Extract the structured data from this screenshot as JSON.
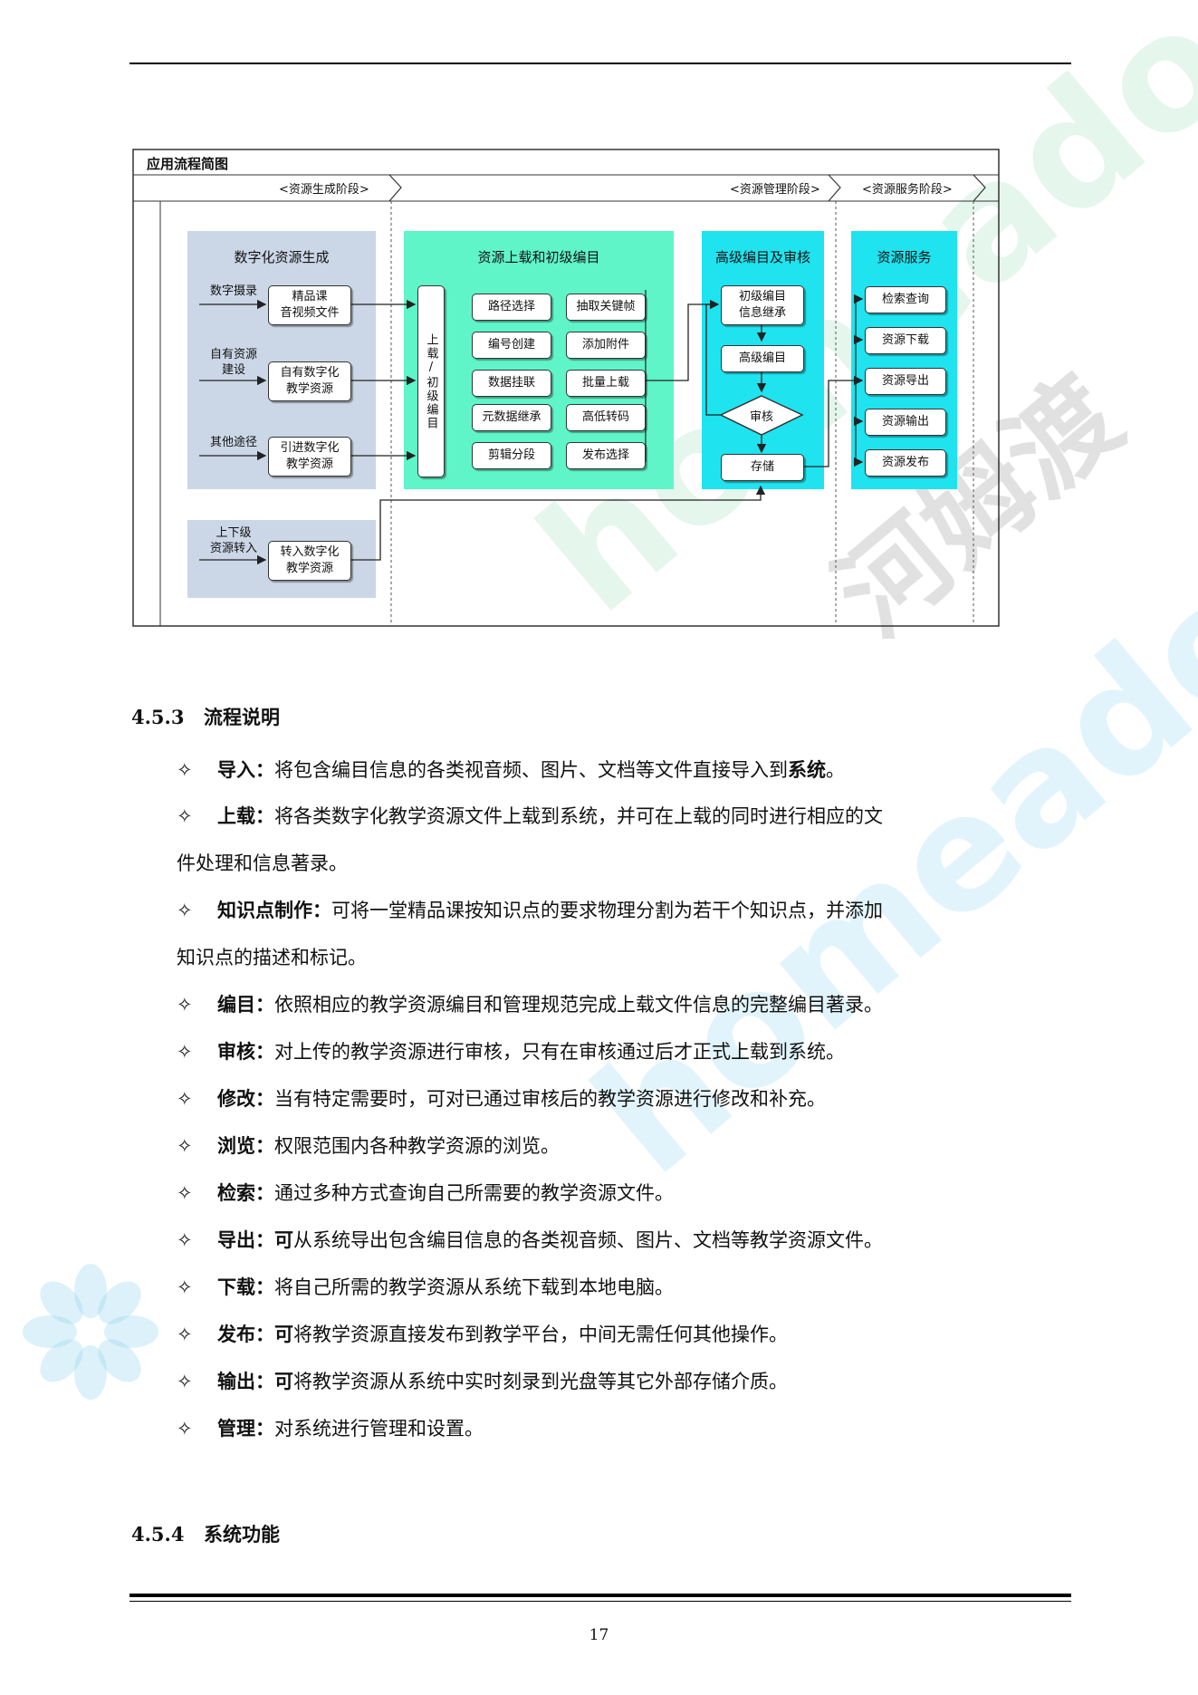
{
  "figure": {
    "title": "应用流程简图",
    "phases": [
      "<资源生成阶段>",
      "<资源管理阶段>",
      "<资源服务阶段>"
    ],
    "panel1": {
      "title": "数字化资源生成",
      "sources": [
        {
          "label": "数字摄录",
          "box": "精品课\n音视频文件"
        },
        {
          "label": "自有资源\n建设",
          "box": "自有数字化\n教学资源"
        },
        {
          "label": "其他途径",
          "box": "引进数字化\n教学资源"
        }
      ]
    },
    "panel1b": {
      "label": "上下级\n资源转入",
      "box": "转入数字化\n教学资源"
    },
    "panel2": {
      "title": "资源上载和初级编目",
      "upload_box": "上载/初级编目",
      "items": [
        "路径选择",
        "抽取关键帧",
        "编号创建",
        "添加附件",
        "数据挂联",
        "批量上载",
        "元数据继承",
        "高低转码",
        "剪辑分段",
        "发布选择"
      ]
    },
    "panel3": {
      "title": "高级编目及审核",
      "steps": [
        "初级编目\n信息继承",
        "高级编目",
        "审核",
        "存储"
      ]
    },
    "panel4": {
      "title": "资源服务",
      "items": [
        "检索查询",
        "资源下载",
        "资源导出",
        "资源输出",
        "资源发布"
      ]
    }
  },
  "section_453": {
    "number": "4.5.3",
    "title": "流程说明"
  },
  "bullet_symbol": "✧",
  "items": [
    {
      "term": "导入：",
      "text": "将包含编目信息的各类视音频、图片、文档等文件直接导入到",
      "tail_bold": "系统",
      "tail": "。"
    },
    {
      "term": "上载：",
      "text": "将各类数字化教学资源文件上载到系统，并可在上载的同时进行相应的文",
      "cont": "件处理和信息著录。"
    },
    {
      "term": "知识点制作：",
      "text": "可将一堂精品课按知识点的要求物理分割为若干个知识点，并添加",
      "cont": "知识点的描述和标记。"
    },
    {
      "term": "编目：",
      "text": "依照相应的教学资源编目和管理规范完成上载文件信息的完整编目著录。"
    },
    {
      "term": "审核：",
      "text": "对上传的教学资源进行审核，只有在审核通过后才正式上载到系统。"
    },
    {
      "term": "修改：",
      "text": "当有特定需要时，可对已通过审核后的教学资源进行修改和补充。"
    },
    {
      "term": "浏览：",
      "text": "权限范围内各种教学资源的浏览。"
    },
    {
      "term": "检索：",
      "text": "通过多种方式查询自己所需要的教学资源文件。"
    },
    {
      "term": "导出：",
      "lead_bold": "可",
      "text": "从系统导出包含编目信息的各类视音频、图片、文档等教学资源文件。"
    },
    {
      "term": "下载：",
      "text": "将自己所需的教学资源从系统下载到本地电脑。"
    },
    {
      "term": "发布：",
      "lead_bold": "可",
      "text": "将教学资源直接发布到教学平台，中间无需任何其他操作。"
    },
    {
      "term": "输出：",
      "lead_bold": "可",
      "text": "将教学资源从系统中实时刻录到光盘等其它外部存储介质。"
    },
    {
      "term": "管理：",
      "text": "对系统进行管理和设置。"
    }
  ],
  "section_454": {
    "number": "4.5.4",
    "title": "系统功能"
  },
  "page_number": "17",
  "watermark": {
    "text": "homeado.com",
    "cn": "河姆渡"
  }
}
